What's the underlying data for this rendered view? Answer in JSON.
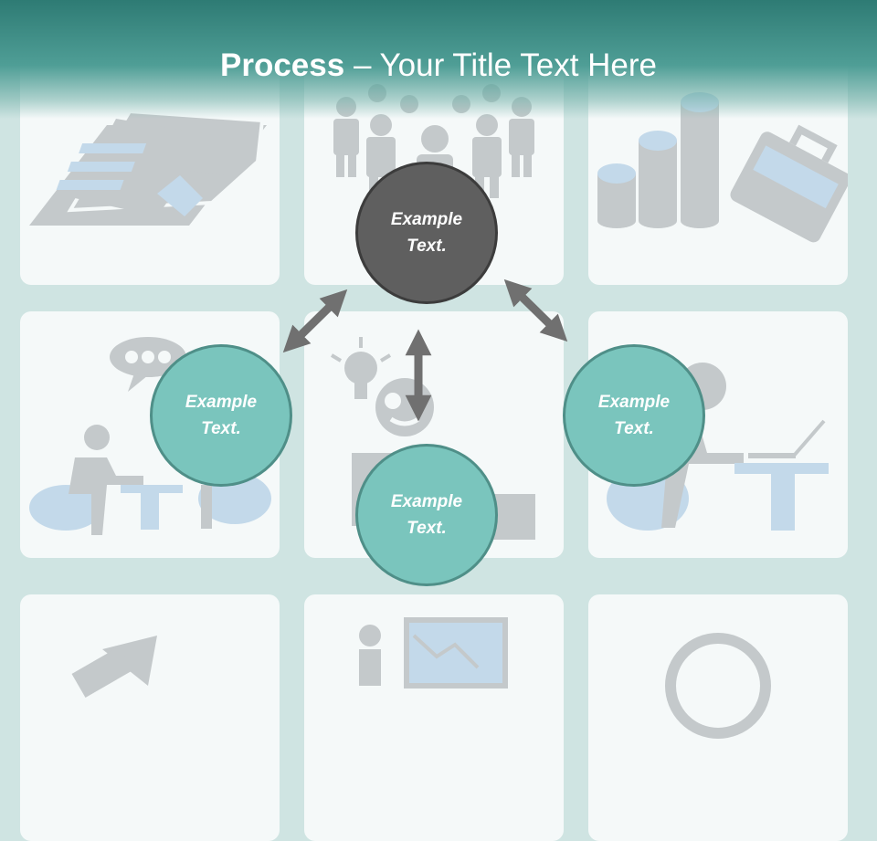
{
  "header": {
    "title_bold": "Process",
    "title_rest": " – Your Title Text Here"
  },
  "colors": {
    "background": "#cfe4e2",
    "header": "#3f8f87",
    "tile": "#f5f9f9",
    "icon_gray": "#c4c9cb",
    "icon_blue": "#c3d9ea",
    "arrow": "#707070",
    "circle_dark": "#5f5f5f",
    "circle_teal": "#7ac5bd"
  },
  "tiles": [
    {
      "icon": "document-icon"
    },
    {
      "icon": "people-group-icon"
    },
    {
      "icon": "bar-chart-briefcase-icon"
    },
    {
      "icon": "meeting-speech-icon"
    },
    {
      "icon": "idea-person-icon"
    },
    {
      "icon": "desk-worker-icon"
    },
    {
      "icon": "arrow-up-icon"
    },
    {
      "icon": "presentation-icon"
    },
    {
      "icon": "clock-icon"
    }
  ],
  "circles": {
    "top": "Example\nText.",
    "left": "Example\nText.",
    "center": "Example\nText.",
    "right": "Example\nText."
  }
}
